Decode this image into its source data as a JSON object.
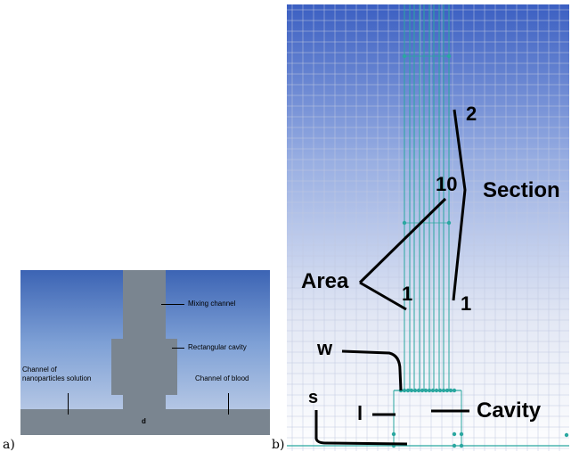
{
  "panel_a": {
    "tag": "a)",
    "labels": {
      "mixing_channel": "Mixing channel",
      "rectangular_cavity": "Rectangular cavity",
      "channel_nanoparticles": "Channel of\nnanoparticles solution",
      "channel_blood": "Channel of blood",
      "d": "d"
    }
  },
  "panel_b": {
    "tag": "b)",
    "labels": {
      "section": "Section",
      "section_top": "2",
      "section_bottom": "1",
      "area": "Area",
      "area_top": "10",
      "area_bottom": "1",
      "w": "w",
      "s": "s",
      "l": "l",
      "cavity": "Cavity"
    }
  },
  "colors": {
    "mesh_line": "#2aa7a0",
    "grid_line": "#c0c8e0",
    "gray_body": "#7a8590"
  }
}
